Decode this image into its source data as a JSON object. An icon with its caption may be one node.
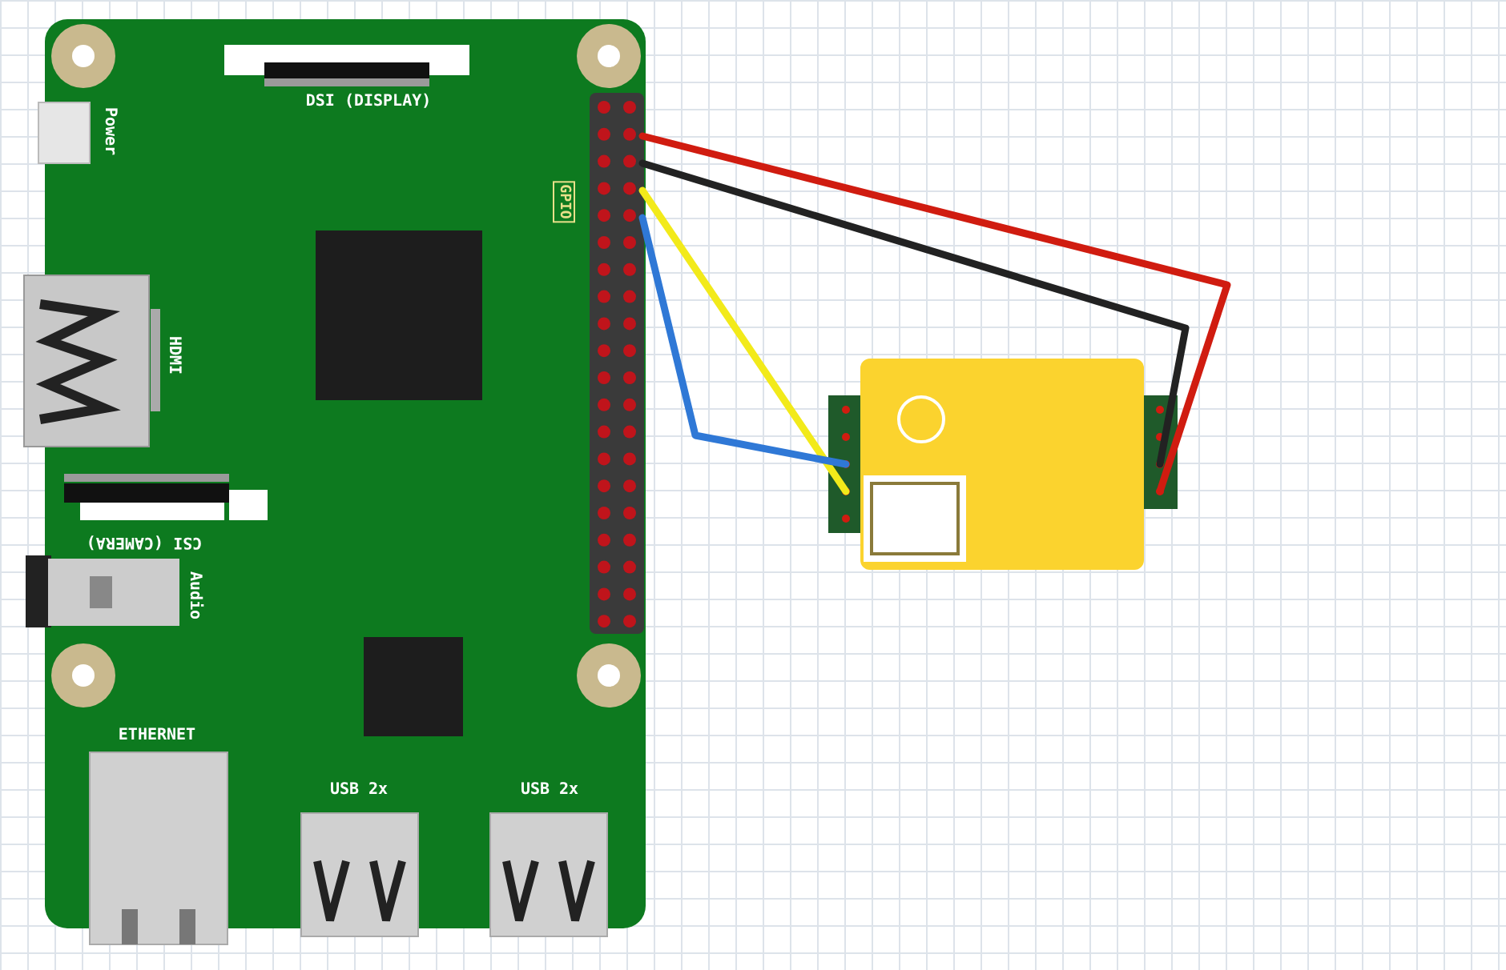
{
  "diagram": {
    "nodes": [
      {
        "text": [
          "GPIO"
        ]
      },
      {
        "text": [],
        "shape": "picture"
      }
    ],
    "edges": [
      {
        "from": 0,
        "to": 1,
        "arrow": "none",
        "color": "#d01c10"
      },
      {
        "from": 0,
        "to": 1,
        "arrow": "none",
        "color": "#222222"
      },
      {
        "from": 0,
        "to": 1,
        "arrow": "none",
        "color": "#f2ea1a"
      },
      {
        "from": 0,
        "to": 1,
        "arrow": "none",
        "color": "#2f78d6"
      }
    ],
    "labels": [
      "DSI (DISPLAY)",
      "Power",
      "HDMI",
      "CSI (CAMERA)",
      "Audio",
      "ETHERNET",
      "USB 2x",
      "USB 2x"
    ]
  }
}
